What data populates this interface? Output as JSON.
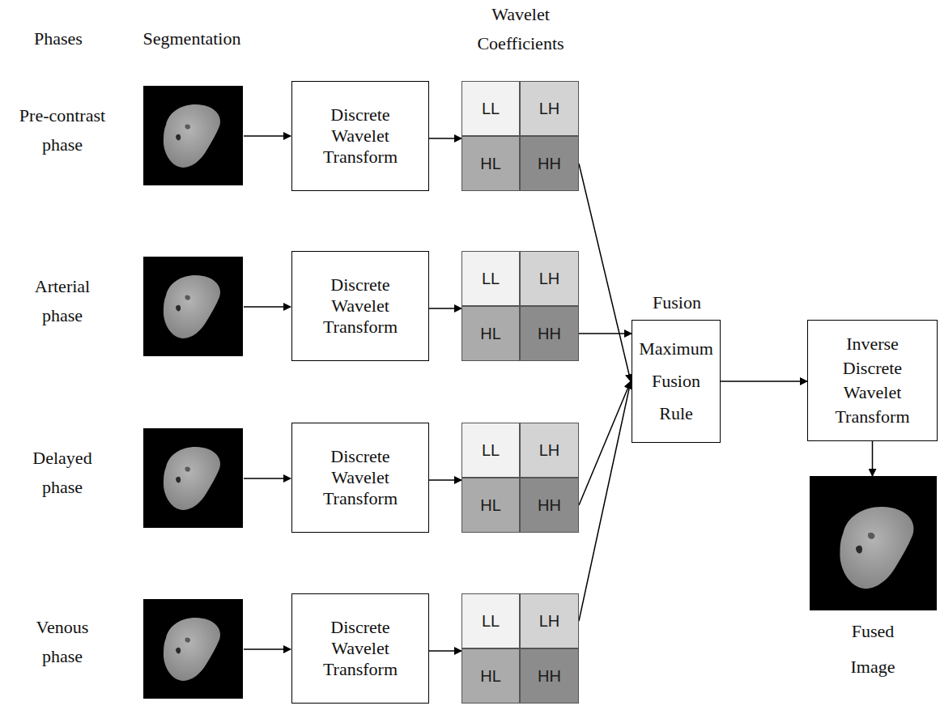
{
  "diagram": {
    "nodes": [
      {
        "text": [
          "Discrete Wavelet Transform"
        ]
      },
      {
        "text": [
          "LL"
        ]
      },
      {
        "text": [
          "LH"
        ]
      },
      {
        "text": [
          "HL"
        ]
      },
      {
        "text": [
          "HH"
        ]
      },
      {
        "text": [
          "Discrete Wavelet Transform"
        ]
      },
      {
        "text": [
          "LL"
        ]
      },
      {
        "text": [
          "LH"
        ]
      },
      {
        "text": [
          "HL"
        ]
      },
      {
        "text": [
          "HH"
        ]
      },
      {
        "text": [
          "Discrete Wavelet Transform"
        ]
      },
      {
        "text": [
          "LL"
        ]
      },
      {
        "text": [
          "LH"
        ]
      },
      {
        "text": [
          "HL"
        ]
      },
      {
        "text": [
          "HH"
        ]
      },
      {
        "text": [
          "Discrete Wavelet Transform"
        ]
      },
      {
        "text": [
          "LL"
        ]
      },
      {
        "text": [
          "LH"
        ]
      },
      {
        "text": [
          "HL"
        ]
      },
      {
        "text": [
          "HH"
        ]
      },
      {
        "text": [
          "Fusion",
          "Maximum Fusion Rule"
        ]
      },
      {
        "text": [
          "Inverse Discrete Wavelet Transform"
        ]
      },
      {
        "text": [
          "Fused Image"
        ]
      }
    ],
    "edges": [
      {
        "from": 0,
        "to": 3,
        "arrow": "to"
      },
      {
        "from": 5,
        "to": 8,
        "arrow": "to"
      },
      {
        "from": 10,
        "to": 13,
        "arrow": "to"
      },
      {
        "from": 15,
        "to": 18,
        "arrow": "to"
      },
      {
        "from": 4,
        "to": 20,
        "arrow": "to"
      },
      {
        "from": 9,
        "to": 20,
        "arrow": "to"
      },
      {
        "from": 14,
        "to": 20,
        "arrow": "to"
      },
      {
        "from": 17,
        "to": 20,
        "arrow": "to"
      },
      {
        "from": 20,
        "to": 21,
        "arrow": "to"
      },
      {
        "from": 21,
        "to": 22,
        "arrow": "to"
      }
    ],
    "labels": [
      "Phases",
      "Segmentation",
      "Wavelet Coefficients",
      "Pre-contrast phase",
      "Arterial phase",
      "Delayed phase",
      "Venous phase"
    ]
  }
}
